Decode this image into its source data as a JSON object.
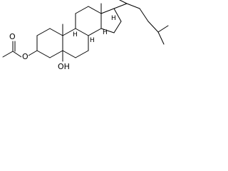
{
  "structure": {
    "labels": {
      "ester_oxygen_carbonyl": "O",
      "ester_oxygen_single": "O",
      "hydroxyl": "OH",
      "h_8": "H",
      "h_9": "H",
      "h_14": "H",
      "h_17": "H"
    },
    "colors": {
      "bond": "#000000",
      "background": "#ffffff"
    }
  }
}
